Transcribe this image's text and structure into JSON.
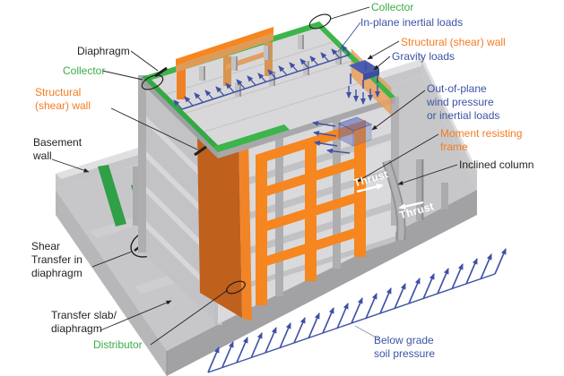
{
  "diagram_title": "Building structural load-path isometric diagram",
  "labels": {
    "diaphragm": "Diaphragm",
    "collector_left": "Collector",
    "structural_shear_wall_left": "Structural\n(shear) wall",
    "basement_wall": "Basement\nwall",
    "shear_transfer": "Shear\nTransfer in\ndiaphragm",
    "transfer_slab": "Transfer slab/\ndiaphragm",
    "distributor": "Distributor",
    "collector_right": "Collector",
    "in_plane_inertial_loads": "In-plane inertial loads",
    "structural_shear_wall_right": "Structural (shear) wall",
    "gravity_loads": "Gravity loads",
    "out_of_plane_loads": "Out-of-plane\nwind pressure\nor inertial loads",
    "moment_resisting_frame": "Moment resisting\nframe",
    "inclined_column": "Inclined column",
    "thrust_upper": "Thrust",
    "thrust_lower": "Thrust",
    "below_grade_soil_pressure": "Below grade\nsoil pressure"
  },
  "colors": {
    "label_black": "#231f20",
    "collector_green": "#3aad49",
    "collector_strip_green": "#3cb54a",
    "structural_orange": "#f47b20",
    "frame_orange": "#f6861f",
    "shear_wall_shadow": "#bf601c",
    "load_blue": "#3b54a5",
    "arrow_blue": "#3e51a5",
    "concrete_light": "#d8d8da",
    "concrete_mid": "#c7c7c9",
    "concrete_dark": "#a2a2a5",
    "thrust_white": "#ffffff"
  }
}
